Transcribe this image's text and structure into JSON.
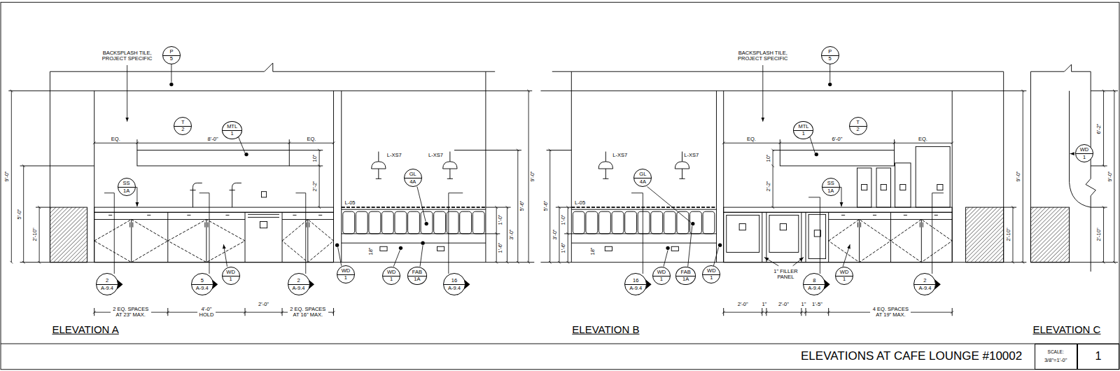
{
  "diagram": {
    "title": "ELEVATIONS AT CAFE LOUNGE #10002",
    "nodes": [
      {
        "text": [
          "P",
          "5"
        ]
      },
      {
        "text": [
          "T",
          "2"
        ]
      },
      {
        "text": [
          "MTL",
          "1"
        ]
      },
      {
        "text": [
          "SS",
          "1A"
        ]
      },
      {
        "text": [
          "GL",
          "4A"
        ]
      },
      {
        "text": [
          "2",
          "A-9.4"
        ]
      },
      {
        "text": [
          "5",
          "A-9.4"
        ]
      },
      {
        "text": [
          "WD",
          "1"
        ]
      },
      {
        "text": [
          "2",
          "A-9.4"
        ]
      },
      {
        "text": [
          "WD",
          "1"
        ]
      },
      {
        "text": [
          "WD",
          "1"
        ]
      },
      {
        "text": [
          "FAB",
          "1A"
        ]
      },
      {
        "text": [
          "16",
          "A-9.4"
        ]
      },
      {
        "text": [
          "P",
          "5"
        ]
      },
      {
        "text": [
          "MTL",
          "1"
        ]
      },
      {
        "text": [
          "T",
          "2"
        ]
      },
      {
        "text": [
          "GL",
          "4A"
        ]
      },
      {
        "text": [
          "SS",
          "1A"
        ]
      },
      {
        "text": [
          "16",
          "A-9.4"
        ]
      },
      {
        "text": [
          "WD",
          "1"
        ]
      },
      {
        "text": [
          "FAB",
          "1A"
        ]
      },
      {
        "text": [
          "WD",
          "1"
        ]
      },
      {
        "text": [
          "8",
          "A-9.4"
        ]
      },
      {
        "text": [
          "WD",
          "1"
        ]
      },
      {
        "text": [
          "2",
          "A-9.4"
        ]
      },
      {
        "text": [
          "WD",
          "1"
        ]
      },
      {
        "text": [
          "SCALE:",
          "3/8\"=1'-0\""
        ]
      },
      {
        "text": [
          "1"
        ]
      }
    ],
    "labels": [
      "BACKSPLASH TILE, PROJECT SPECIFIC",
      "EQ.",
      "8'-0\"",
      "EQ.",
      "10\"",
      "2'-2\"",
      "9'-0\"",
      "5'-0\"",
      "2'-10\"",
      "L-XS7",
      "L-XS7",
      "L-05",
      "18\"",
      "1'-0\"",
      "3'-0\"",
      "1'-6\"",
      "5'-6\"",
      "9'-0\"",
      "2 EQ. SPACES AT 23\" MAX.",
      "4'-0\" HOLD",
      "2'-0\"",
      "2 EQ. SPACES AT 16\" MAX.",
      "ELEVATION A",
      "BACKSPLASH TILE, PROJECT SPECIFIC",
      "EQ.",
      "6'-0\"",
      "EQ.",
      "10\"",
      "2'-2\"",
      "L-XS7",
      "L-XS7",
      "L-05",
      "5'-6\"",
      "3'-0\"",
      "1'-0\"",
      "1'-6\"",
      "18\"",
      "1\" FILLER PANEL",
      "2'-0\"",
      "1\"",
      "2'-0\"",
      "1\"",
      "1'-5\"",
      "4 EQ. SPACES AT 19\" MAX.",
      "9'-0\"",
      "2'-10\"",
      "ELEVATION B",
      "6'-2\"",
      "9'-0\"",
      "2'-10\"",
      "ELEVATION C"
    ]
  }
}
